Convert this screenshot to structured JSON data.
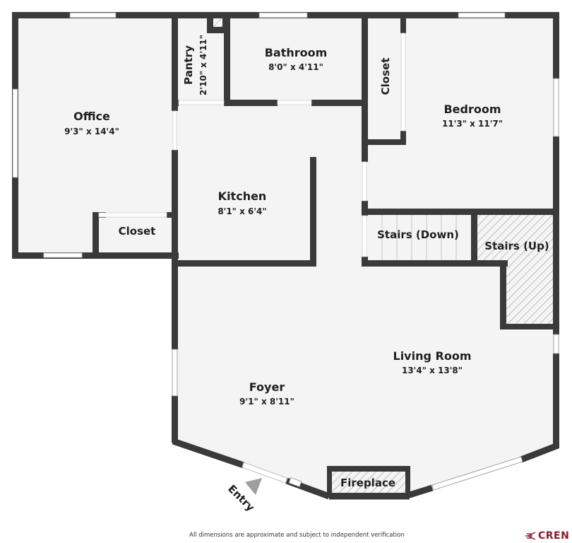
{
  "colors": {
    "wall": "#3a3a3a",
    "floor": "#f4f4f4",
    "background": "#ffffff",
    "text": "#1f1f1f",
    "hatch": "#9a9a9a",
    "entry_arrow": "#9e9e9e",
    "brand": "#8c1b2e"
  },
  "rooms": {
    "office": {
      "name": "Office",
      "dims": "9'3\" x 14'4\""
    },
    "office_closet": {
      "name": "Closet",
      "dims": ""
    },
    "pantry": {
      "name": "Pantry",
      "dims": "2'10\" x 4'11\""
    },
    "bathroom": {
      "name": "Bathroom",
      "dims": "8'0\" x 4'11\""
    },
    "bedroom_closet": {
      "name": "Closet",
      "dims": ""
    },
    "bedroom": {
      "name": "Bedroom",
      "dims": "11'3\" x 11'7\""
    },
    "kitchen": {
      "name": "Kitchen",
      "dims": "8'1\" x 6'4\""
    },
    "stairs_down": {
      "name": "Stairs (Down)",
      "dims": ""
    },
    "stairs_up": {
      "name": "Stairs (Up)",
      "dims": ""
    },
    "living_room": {
      "name": "Living Room",
      "dims": "13'4\" x 13'8\""
    },
    "foyer": {
      "name": "Foyer",
      "dims": "9'1\" x 8'11\""
    },
    "fireplace": {
      "name": "Fireplace",
      "dims": ""
    }
  },
  "entry": {
    "label": "Entry"
  },
  "footer": {
    "disclaimer": "All dimensions are approximate and subject to independent verification",
    "logo_text": "CREN"
  }
}
